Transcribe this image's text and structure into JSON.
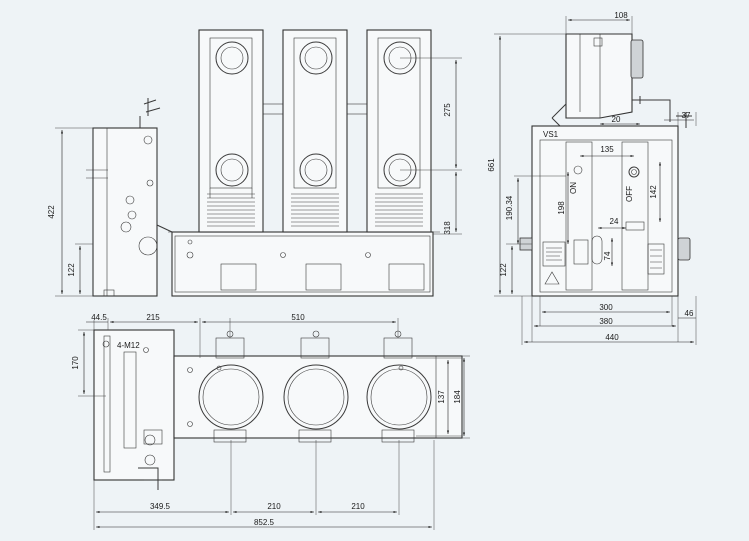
{
  "colors": {
    "background": "#eef3f6",
    "line": "#3a3a3a"
  },
  "front_view": {
    "dims": {
      "d422": "422",
      "d122": "122",
      "d275": "275",
      "d318": "318"
    }
  },
  "side_view": {
    "panel_label": "VS1",
    "switch_on": "ON",
    "switch_off": "OFF",
    "dims": {
      "d108": "108",
      "d37": "37",
      "d20": "20",
      "d661": "661",
      "d135": "135",
      "d142": "142",
      "d19034": "190.34",
      "d198": "198",
      "d24": "24",
      "d74": "74",
      "d122": "122",
      "d300": "300",
      "d380": "380",
      "d46": "46",
      "d440": "440"
    }
  },
  "top_view": {
    "hole_label": "4-M12",
    "dims": {
      "d445": "44.5",
      "d215": "215",
      "d510": "510",
      "d170": "170",
      "d137": "137",
      "d184": "184",
      "d3495": "349.5",
      "d210a": "210",
      "d210b": "210",
      "d8525": "852.5"
    }
  }
}
